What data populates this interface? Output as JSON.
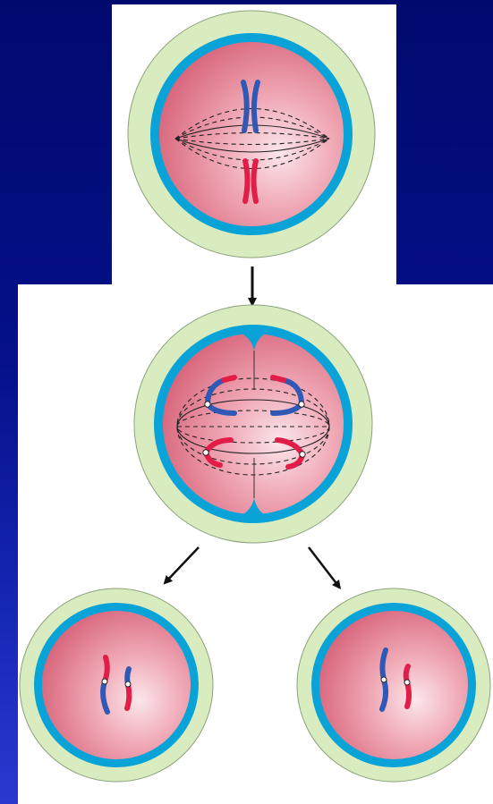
{
  "diagram": {
    "stages": [
      {
        "id": "metaphase"
      },
      {
        "id": "anaphase-telophase"
      },
      {
        "id": "daughter-cell-left"
      },
      {
        "id": "daughter-cell-right"
      }
    ],
    "colors": {
      "background": "#000a6e",
      "panel": "#ffffff",
      "cell_wall": "#d9ecc0",
      "cell_wall_edge": "#8aa27a",
      "membrane": "#0aa3d8",
      "cytoplasm_light": "#fbe6ea",
      "cytoplasm_dark": "#d45a72",
      "chromosome_blue": "#2f59b5",
      "chromosome_red": "#e21d48",
      "spindle": "#222222",
      "arrow": "#111111"
    }
  }
}
